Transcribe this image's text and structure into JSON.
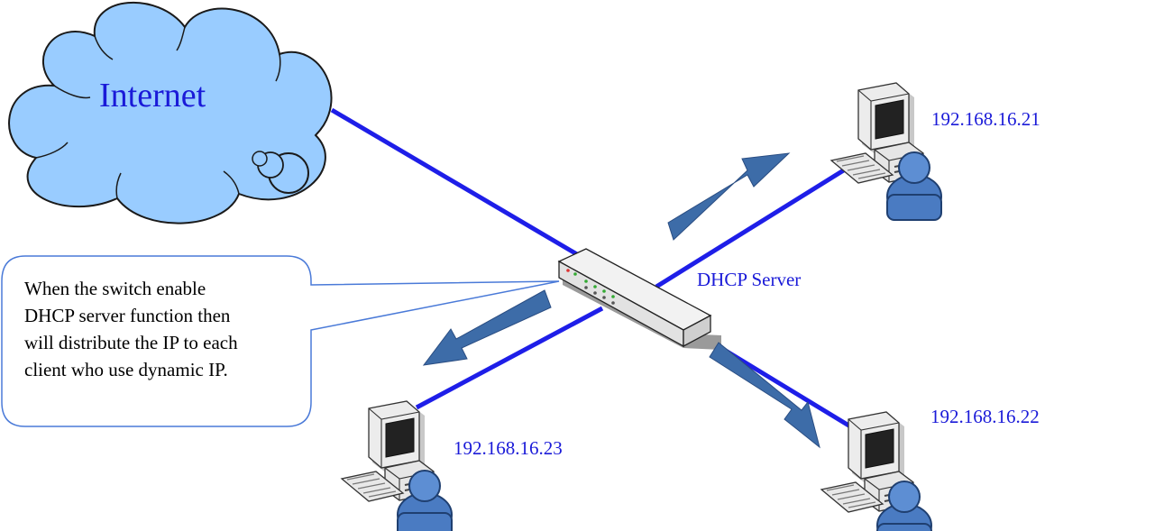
{
  "colors": {
    "link": "#1e1ee8",
    "arrow": "#3d6ca8",
    "cloud_fill": "#99ccff",
    "label": "#1a1ad8",
    "callout_border": "#4a7ad8"
  },
  "cloud": {
    "label": "Internet",
    "icon": "cloud-icon"
  },
  "switch": {
    "label": "DHCP Server",
    "icon": "network-switch-icon"
  },
  "callout": {
    "lines": [
      "When the switch enable",
      "DHCP server function then",
      "will distribute the IP to each",
      "client who use dynamic IP."
    ]
  },
  "clients": [
    {
      "ip": "192.168.16.21",
      "icon": "computer-user-icon"
    },
    {
      "ip": "192.168.16.22",
      "icon": "computer-user-icon"
    },
    {
      "ip": "192.168.16.23",
      "icon": "computer-user-icon"
    }
  ]
}
